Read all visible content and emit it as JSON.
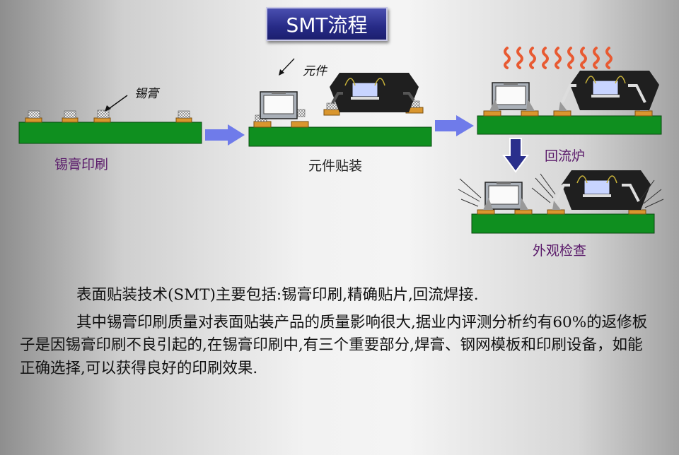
{
  "title": "SMT流程",
  "stages": {
    "solder_paste_label": "锡膏",
    "component_label": "元件",
    "stage1": "锡膏印刷",
    "stage2": "元件贴装",
    "stage3": "回流炉",
    "stage4": "外观检查"
  },
  "colors": {
    "board": "#0f8f1f",
    "pad": "#d9962e",
    "arrow": "#6f7bea",
    "down_arrow": "#2a2f8c",
    "heat": "#e85a32"
  },
  "description": {
    "p1": "表面贴装技术(SMT)主要包括:锡膏印刷,精确贴片,回流焊接.",
    "p2": "其中锡膏印刷质量对表面贴装产品的质量影响很大,据业内评测分析约有60%的返修板子是因锡膏印刷不良引起的,在锡膏印刷中,有三个重要部分,焊膏、钢网模板和印刷设备，如能正确选择,可以获得良好的印刷效果."
  }
}
